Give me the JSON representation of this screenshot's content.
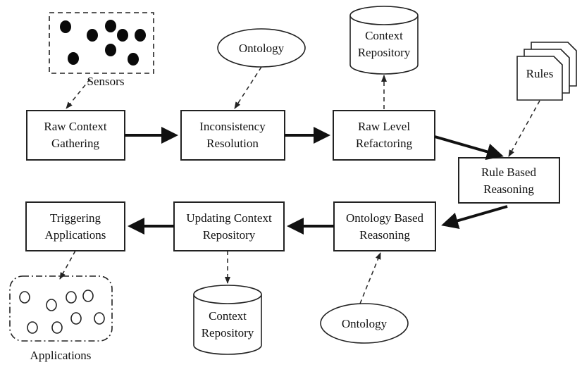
{
  "nodes": {
    "sensors": {
      "label": "Sensors"
    },
    "raw_context_gathering": {
      "line1": "Raw Context",
      "line2": "Gathering"
    },
    "ontology_top": {
      "label": "Ontology"
    },
    "inconsistency_resolution": {
      "line1": "Inconsistency",
      "line2": "Resolution"
    },
    "context_repository_top": {
      "line1": "Context",
      "line2": "Repository"
    },
    "raw_level_refactoring": {
      "line1": "Raw Level",
      "line2": "Refactoring"
    },
    "rules": {
      "label": "Rules"
    },
    "rule_based_reasoning": {
      "line1": "Rule Based",
      "line2": "Reasoning"
    },
    "ontology_based_reasoning": {
      "line1": "Ontology Based",
      "line2": "Reasoning"
    },
    "updating_context_repository": {
      "line1": "Updating Context",
      "line2": "Repository"
    },
    "triggering_applications": {
      "line1": "Triggering",
      "line2": "Applications"
    },
    "context_repository_bottom": {
      "line1": "Context",
      "line2": "Repository"
    },
    "ontology_bottom": {
      "label": "Ontology"
    },
    "applications": {
      "label": "Applications"
    }
  }
}
